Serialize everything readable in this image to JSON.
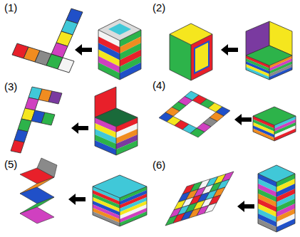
{
  "diagram": {
    "labels": [
      "(1)",
      "(2)",
      "(3)",
      "(4)",
      "(5)",
      "(6)"
    ]
  }
}
